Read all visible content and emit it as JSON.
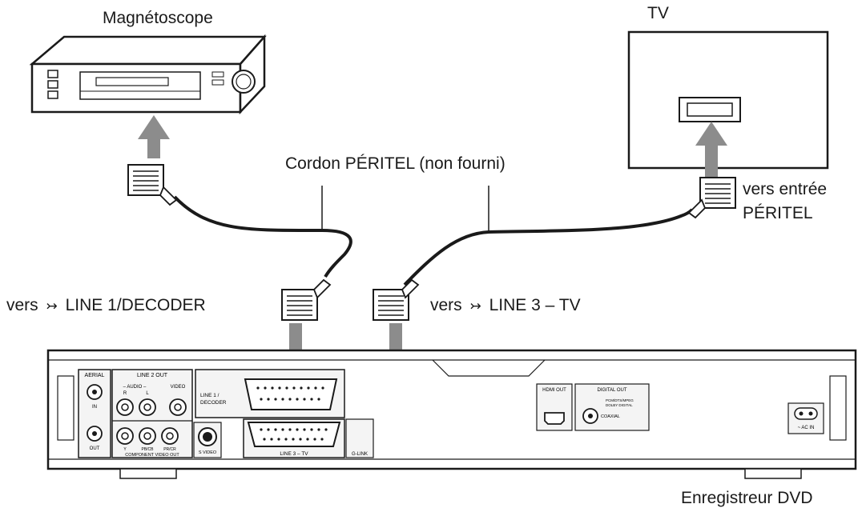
{
  "labels": {
    "vcr": "Magnétoscope",
    "tv": "TV",
    "cord": "Cordon PÉRITEL (non fourni)",
    "tv_input_line1": "vers entrée",
    "tv_input_line2": "PÉRITEL",
    "line1_prefix": "vers",
    "line1_name": "LINE 1/DECODER",
    "line3_prefix": "vers",
    "line3_name": "LINE 3 – TV",
    "dvd": "Enregistreur DVD"
  },
  "panel_labels": {
    "aerial": "AERIAL",
    "aerial_in": "IN",
    "aerial_out": "OUT",
    "line2_out": "LINE 2 OUT",
    "audio": "– AUDIO –",
    "audio_r": "R",
    "audio_l": "L",
    "video": "VIDEO",
    "component": "COMPONENT VIDEO OUT",
    "comp_y": "Y",
    "comp_pb": "PB/CB",
    "comp_pr": "PR/CR",
    "svideo": "S VIDEO",
    "line1_decoder_a": "LINE 1 /",
    "line1_decoder_b": "DECODER",
    "line3_tv": "LINE 3 – TV",
    "glink": "G-LINK",
    "hdmi_out": "HDMI OUT",
    "digital_out": "DIGITAL OUT",
    "pcm_a": "PCM/DTS/MPEG",
    "pcm_b": "DOLBY DIGITAL",
    "coaxial": "COAXIAL",
    "ac_in": "~ AC IN"
  },
  "icons": {
    "scart_symbol": "scart-arrow-icon",
    "arrow_color": "#8c8c8c"
  },
  "colors": {
    "line": "#1a1a1a",
    "arrow": "#8c8c8c",
    "panel_fill": "#f4f4f4",
    "connector_fill": "#ffffff"
  }
}
